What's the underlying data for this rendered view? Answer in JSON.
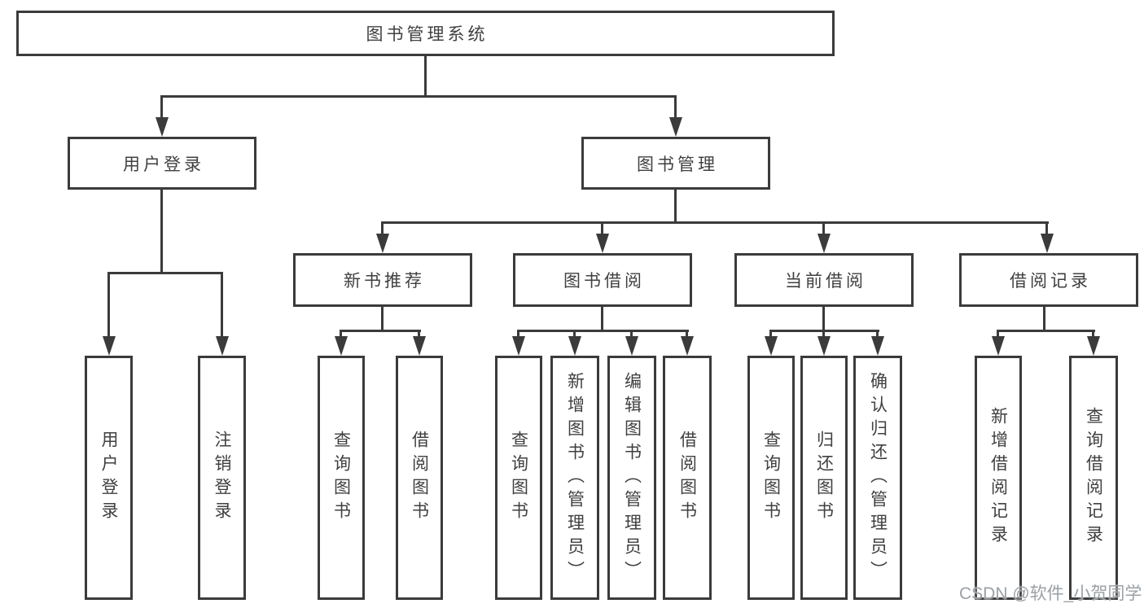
{
  "colors": {
    "line": "#3b3b3b",
    "box_border": "#3b3b3b",
    "box_fill": "#ffffff",
    "text": "#404040",
    "watermark": "#9aa0a5",
    "background": "#ffffff"
  },
  "watermark": {
    "text": "CSDN @软件_小贺同学"
  },
  "tree": {
    "root": {
      "label": "图书管理系统"
    },
    "branches": [
      {
        "label": "用户登录",
        "children": [
          {
            "label": "用户登录"
          },
          {
            "label": "注销登录"
          }
        ]
      },
      {
        "label": "图书管理",
        "sections": [
          {
            "label": "新书推荐",
            "children": [
              {
                "label": "查询图书"
              },
              {
                "label": "借阅图书"
              }
            ]
          },
          {
            "label": "图书借阅",
            "children": [
              {
                "label": "查询图书"
              },
              {
                "label": "新增图书（管理员）"
              },
              {
                "label": "编辑图书（管理员）"
              },
              {
                "label": "借阅图书"
              }
            ]
          },
          {
            "label": "当前借阅",
            "children": [
              {
                "label": "查询图书"
              },
              {
                "label": "归还图书"
              },
              {
                "label": "确认归还（管理员）"
              }
            ]
          },
          {
            "label": "借阅记录",
            "children": [
              {
                "label": "新增借阅记录"
              },
              {
                "label": "查询借阅记录"
              }
            ]
          }
        ]
      }
    ]
  }
}
